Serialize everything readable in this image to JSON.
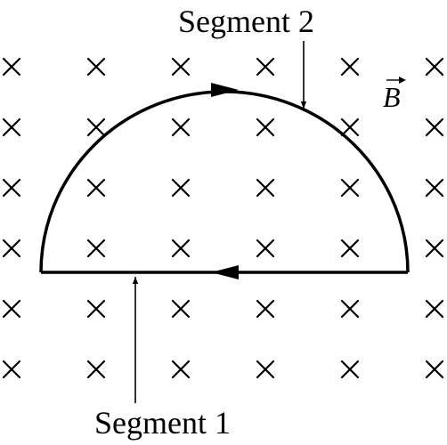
{
  "diagram": {
    "field_label": "B",
    "field_symbol": "×",
    "field_direction": "into-page",
    "segment_labels": {
      "straight": "Segment 1",
      "arc": "Segment 2"
    },
    "ink_color": "#000000",
    "background": "#ffffff"
  }
}
